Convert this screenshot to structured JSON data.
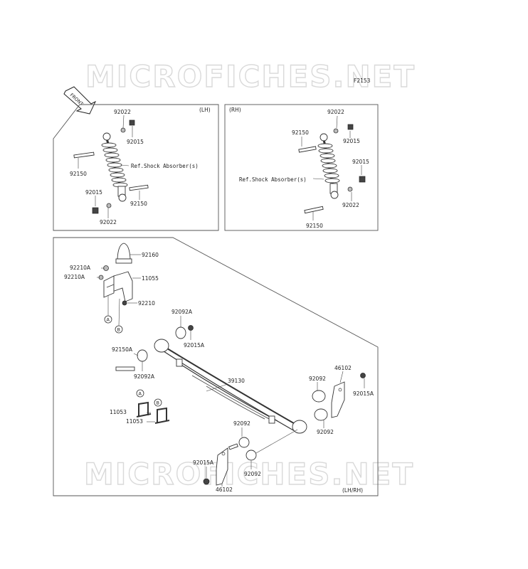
{
  "watermark": "MICROFICHES.NET",
  "figure_code": "F2153",
  "front_label": "FRONT",
  "lh_panel": {
    "tag": "(LH)",
    "ref": "Ref.Shock Absorber(s)",
    "parts": {
      "p1": "92022",
      "p2": "92015",
      "p3": "92150",
      "p4": "92015",
      "p5": "92150",
      "p6": "92022"
    }
  },
  "rh_panel": {
    "tag": "(RH)",
    "ref": "Ref.Shock Absorber(s)",
    "parts": {
      "p1": "92022",
      "p2": "92150",
      "p3": "92015",
      "p4": "92015",
      "p5": "92022",
      "p6": "92150"
    }
  },
  "spring_panel": {
    "tag": "(LH/RH)",
    "parts": {
      "p92160": "92160",
      "p92210A_1": "92210A",
      "p92210A_2": "92210A",
      "p11055": "11055",
      "p92210": "92210",
      "p92092A_1": "92092A",
      "p92015A_1": "92015A",
      "p92150A": "92150A",
      "p92092A_2": "92092A",
      "p39130": "39130",
      "p46102_1": "46102",
      "p92092_1": "92092",
      "p92015A_2": "92015A",
      "p92092_2": "92092",
      "p11053_1": "11053",
      "p11053_2": "11053",
      "p92092_3": "92092",
      "p92092_4": "92092",
      "p92015A_3": "92015A",
      "p46102_2": "46102"
    },
    "markers": {
      "a": "A",
      "b": "B"
    }
  }
}
